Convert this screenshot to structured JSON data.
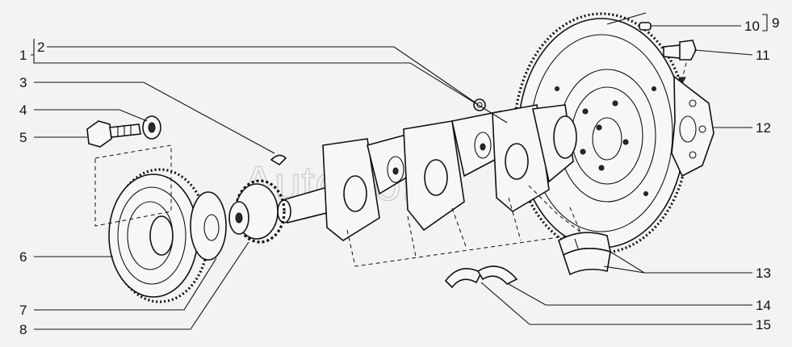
{
  "diagram": {
    "watermark": "AutoSoft",
    "callouts": [
      {
        "id": "c1",
        "label": "1"
      },
      {
        "id": "c2",
        "label": "2"
      },
      {
        "id": "c3",
        "label": "3"
      },
      {
        "id": "c4",
        "label": "4"
      },
      {
        "id": "c5",
        "label": "5"
      },
      {
        "id": "c6",
        "label": "6"
      },
      {
        "id": "c7",
        "label": "7"
      },
      {
        "id": "c8",
        "label": "8"
      },
      {
        "id": "c9",
        "label": "9"
      },
      {
        "id": "c10",
        "label": "10"
      },
      {
        "id": "c11",
        "label": "11"
      },
      {
        "id": "c12",
        "label": "12"
      },
      {
        "id": "c13",
        "label": "13"
      },
      {
        "id": "c14",
        "label": "14"
      },
      {
        "id": "c15",
        "label": "15"
      }
    ],
    "parts": [
      "crankshaft-pulley",
      "timing-belt-pulley",
      "flywheel",
      "crankshaft",
      "main-bearing-shells",
      "thrust-half-rings",
      "pulley-bolt",
      "washer",
      "flywheel-bolt",
      "flywheel-washer-plate",
      "dowel-pin",
      "woodruff-key"
    ]
  }
}
